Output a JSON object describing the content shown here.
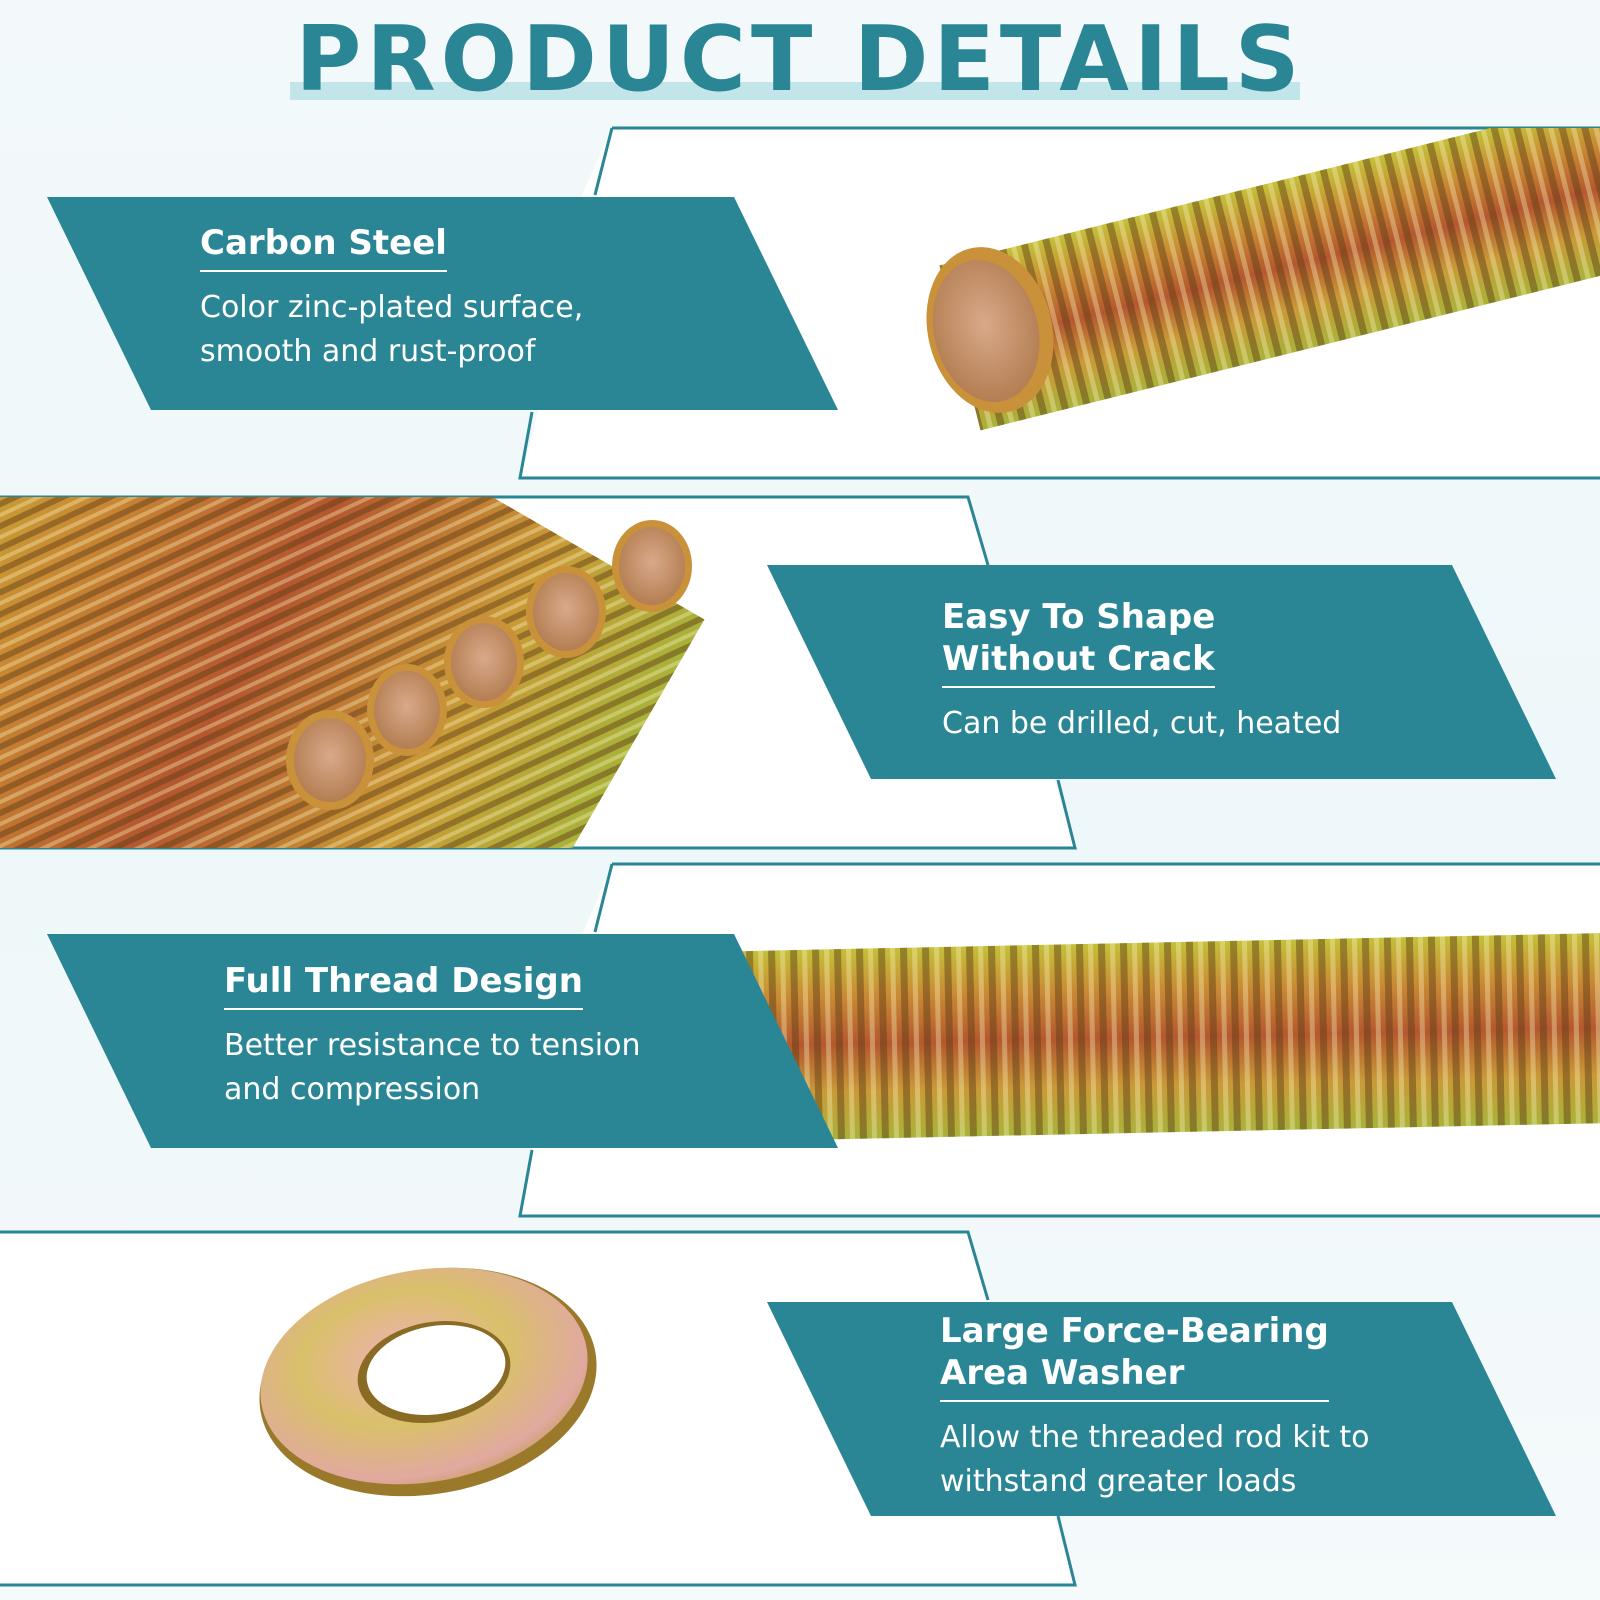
{
  "header": {
    "title": "PRODUCT DETAILS"
  },
  "features": [
    {
      "heading": "Carbon Steel",
      "description": "Color zinc-plated surface,\nsmooth and rust-proof",
      "image": "threaded-rod-end-icon"
    },
    {
      "heading": "Easy To Shape\nWithout Crack",
      "description": "Can be drilled, cut, heated",
      "image": "threaded-rod-bundle-icon"
    },
    {
      "heading": "Full Thread Design",
      "description": "Better resistance to tension\nand compression",
      "image": "threaded-rod-closeup-icon"
    },
    {
      "heading": "Large Force-Bearing\nArea Washer",
      "description": "Allow the threaded rod kit to\nwithstand greater loads",
      "image": "washer-icon"
    }
  ],
  "colors": {
    "accent": "#2a8595",
    "title_underline": "#c2e5ea",
    "frame_line": "#2a8595",
    "panel_fill": "#ffffff",
    "thread_gold": "#c9a23a",
    "thread_copper": "#b4582f",
    "thread_green": "#a5b23a"
  }
}
